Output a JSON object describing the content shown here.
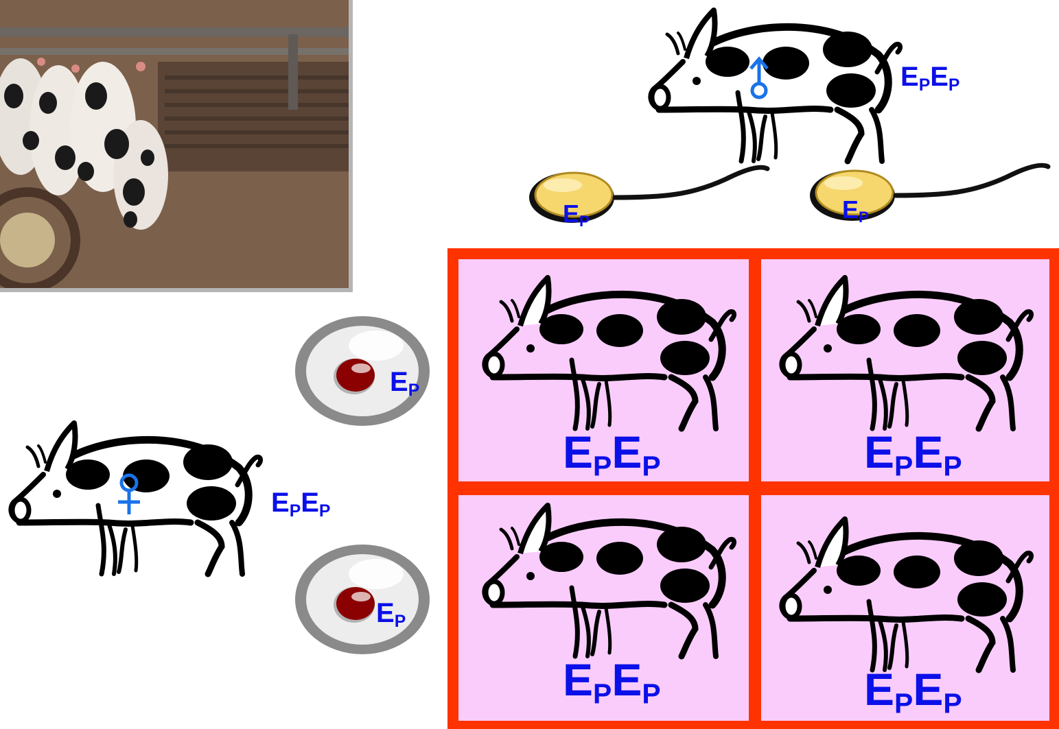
{
  "father": {
    "sex_symbol": "♂",
    "genotype": {
      "a1": "E",
      "s1": "P",
      "a2": "E",
      "s2": "P"
    }
  },
  "mother": {
    "sex_symbol": "♀",
    "genotype": {
      "a1": "E",
      "s1": "P",
      "a2": "E",
      "s2": "P"
    }
  },
  "sperm": [
    {
      "allele": "E",
      "sub": "P"
    },
    {
      "allele": "E",
      "sub": "P"
    }
  ],
  "eggs": [
    {
      "allele": "E",
      "sub": "P"
    },
    {
      "allele": "E",
      "sub": "P"
    }
  ],
  "offspring": [
    {
      "a1": "E",
      "s1": "P",
      "a2": "E",
      "s2": "P"
    },
    {
      "a1": "E",
      "s1": "P",
      "a2": "E",
      "s2": "P"
    },
    {
      "a1": "E",
      "s1": "P",
      "a2": "E",
      "s2": "P"
    },
    {
      "a1": "E",
      "s1": "P",
      "a2": "E",
      "s2": "P"
    }
  ],
  "colors": {
    "genotype_text": "#0b10e8",
    "sex_symbol": "#1a73e8",
    "grid_border": "#ff3300",
    "cell_fill": "#f9ccfb",
    "sperm_head": "#f5d76e",
    "egg_nucleus": "#8b0000"
  }
}
